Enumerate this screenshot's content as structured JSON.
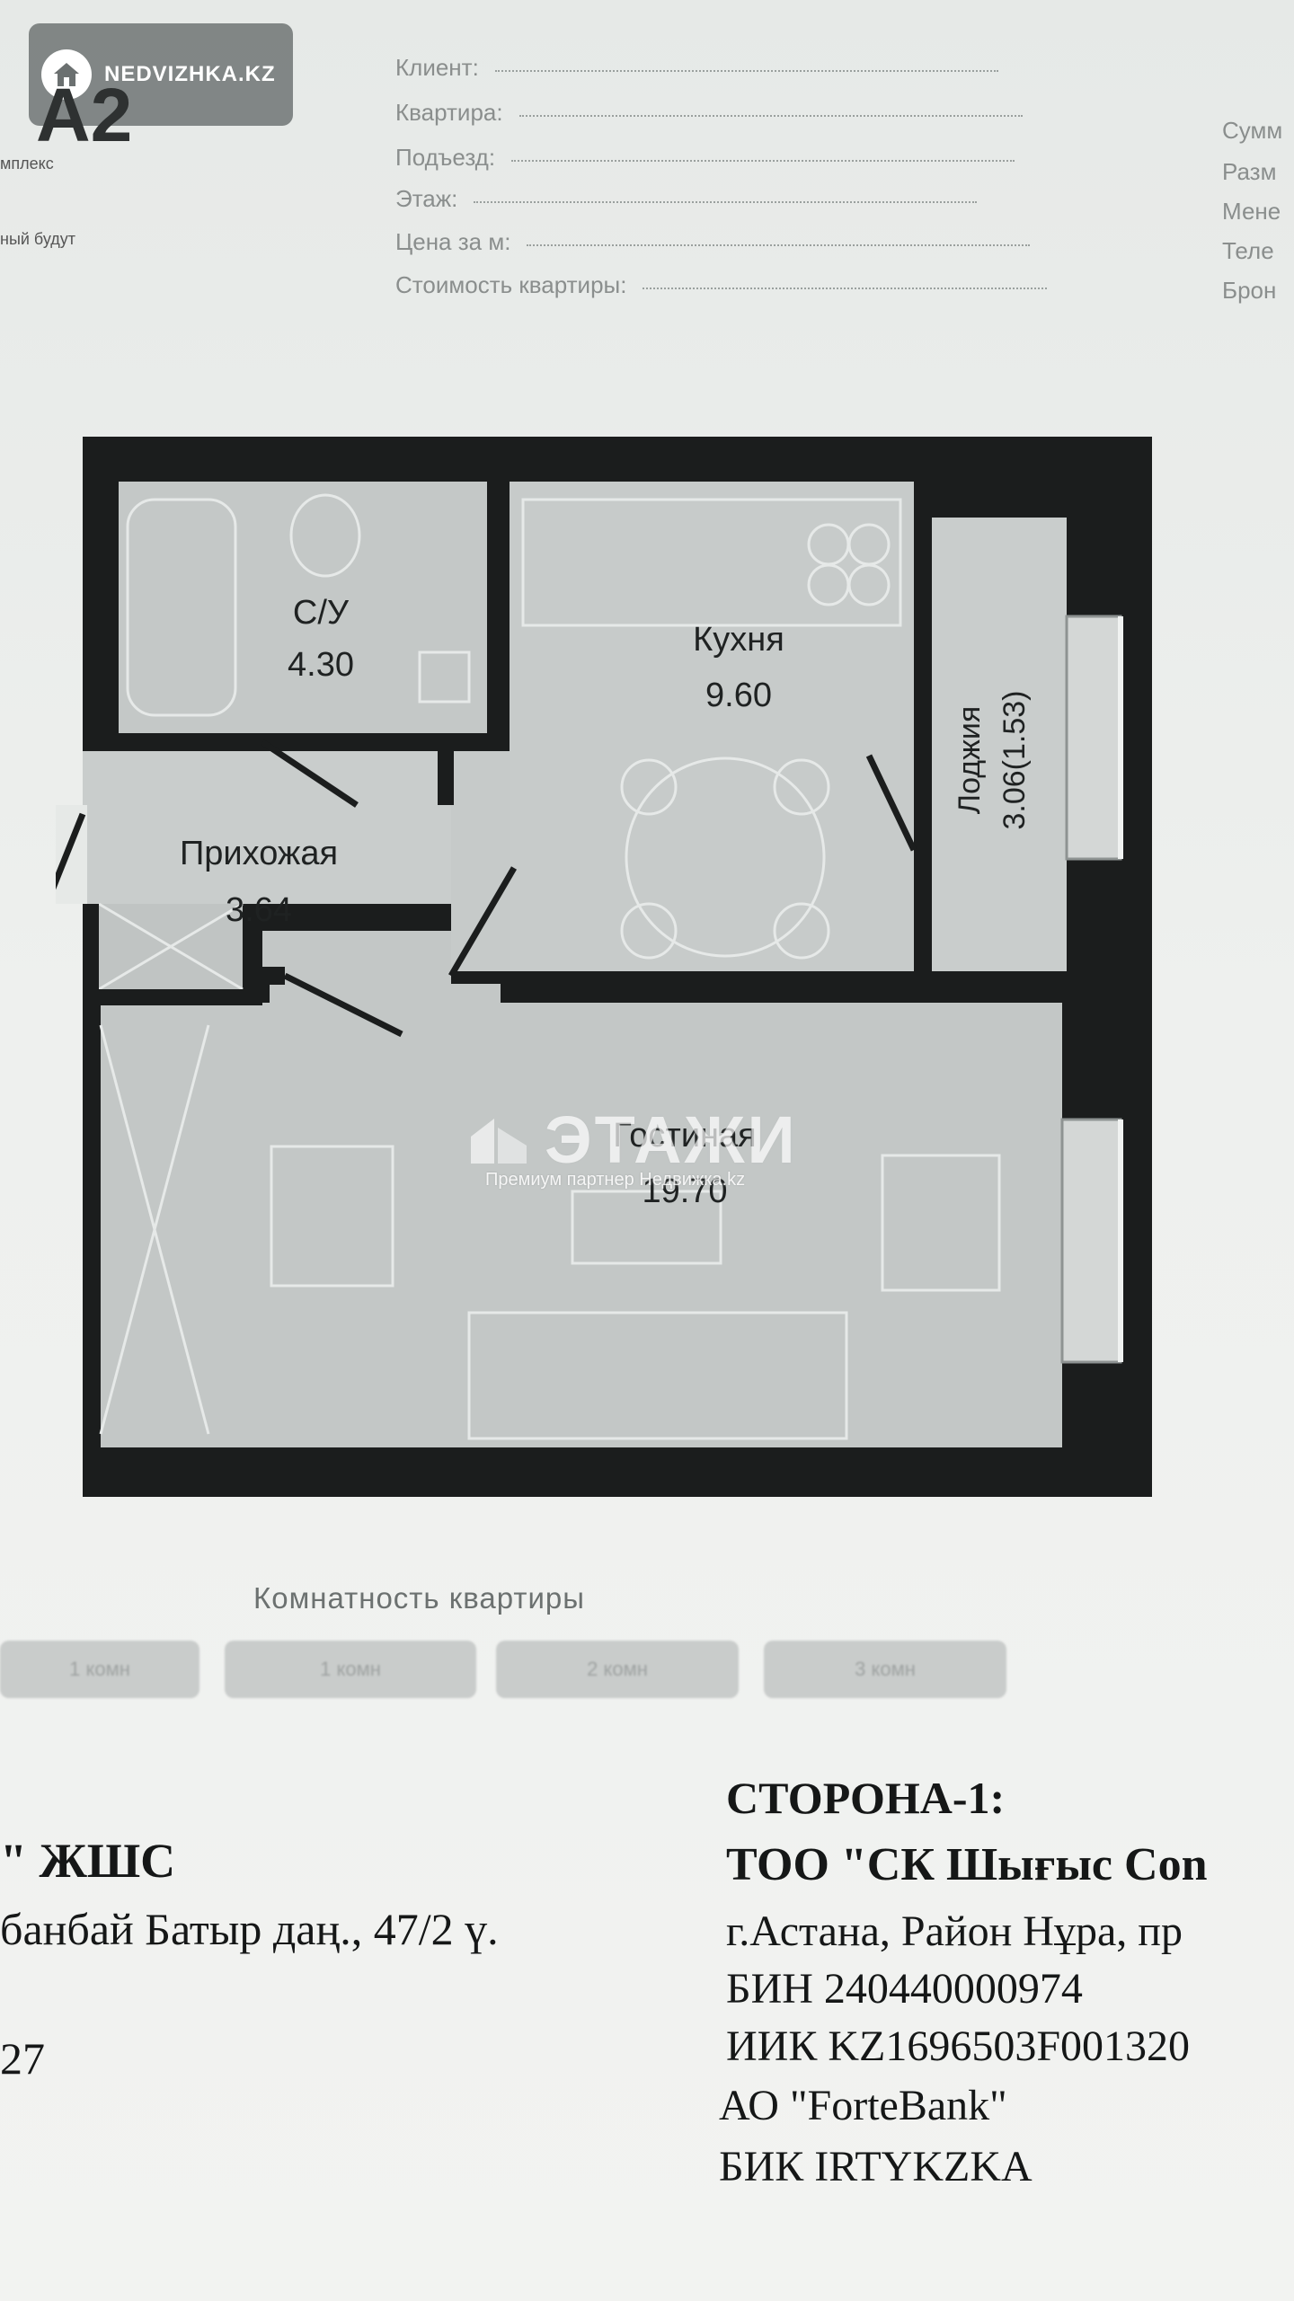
{
  "watermark": {
    "brand": "NEDVIZHKA.KZ",
    "home_icon": "home-icon",
    "etazhi": "ЭТАЖИ",
    "etazhi_sub": "Премиум партнер Недвижка.kz"
  },
  "header": {
    "code": "A2",
    "complex_fragment": "мплекс",
    "built_fragment": "ный будут",
    "fields": [
      "Клиент:",
      "Квартира:",
      "Подъезд:",
      "Этаж:",
      "Цена за м:",
      "Стоимость квартиры:"
    ],
    "right_fragments": [
      "Сумм",
      "Разм",
      "Мене",
      "Теле",
      "Брон"
    ]
  },
  "plan": {
    "rooms": [
      {
        "name": "С/У",
        "area": "4.30"
      },
      {
        "name": "Кухня",
        "area": "9.60"
      },
      {
        "name": "Лоджия",
        "area": "3.06(1.53)"
      },
      {
        "name": "Прихожая",
        "area": "3.64"
      },
      {
        "name": "Гостиная",
        "area": "19.70"
      }
    ]
  },
  "room_count": {
    "title": "Комнатность квартиры",
    "options": [
      "1 комн",
      "1 комн",
      "2 комн",
      "3 комн"
    ]
  },
  "parties": {
    "left": [
      "\" ЖШС",
      "банбай Батыр даң., 47/2 ү.",
      "27"
    ],
    "right": {
      "heading": "СТОРОНА-1:",
      "lines": [
        "ТОО \"СК Шығыс Соn",
        "г.Астана, Район Нұра, пр",
        "БИН 240440000974",
        "ИИК KZ1696503F001320",
        "АО \"ForteBank\"",
        "БИК IRTYKZKA"
      ]
    }
  }
}
